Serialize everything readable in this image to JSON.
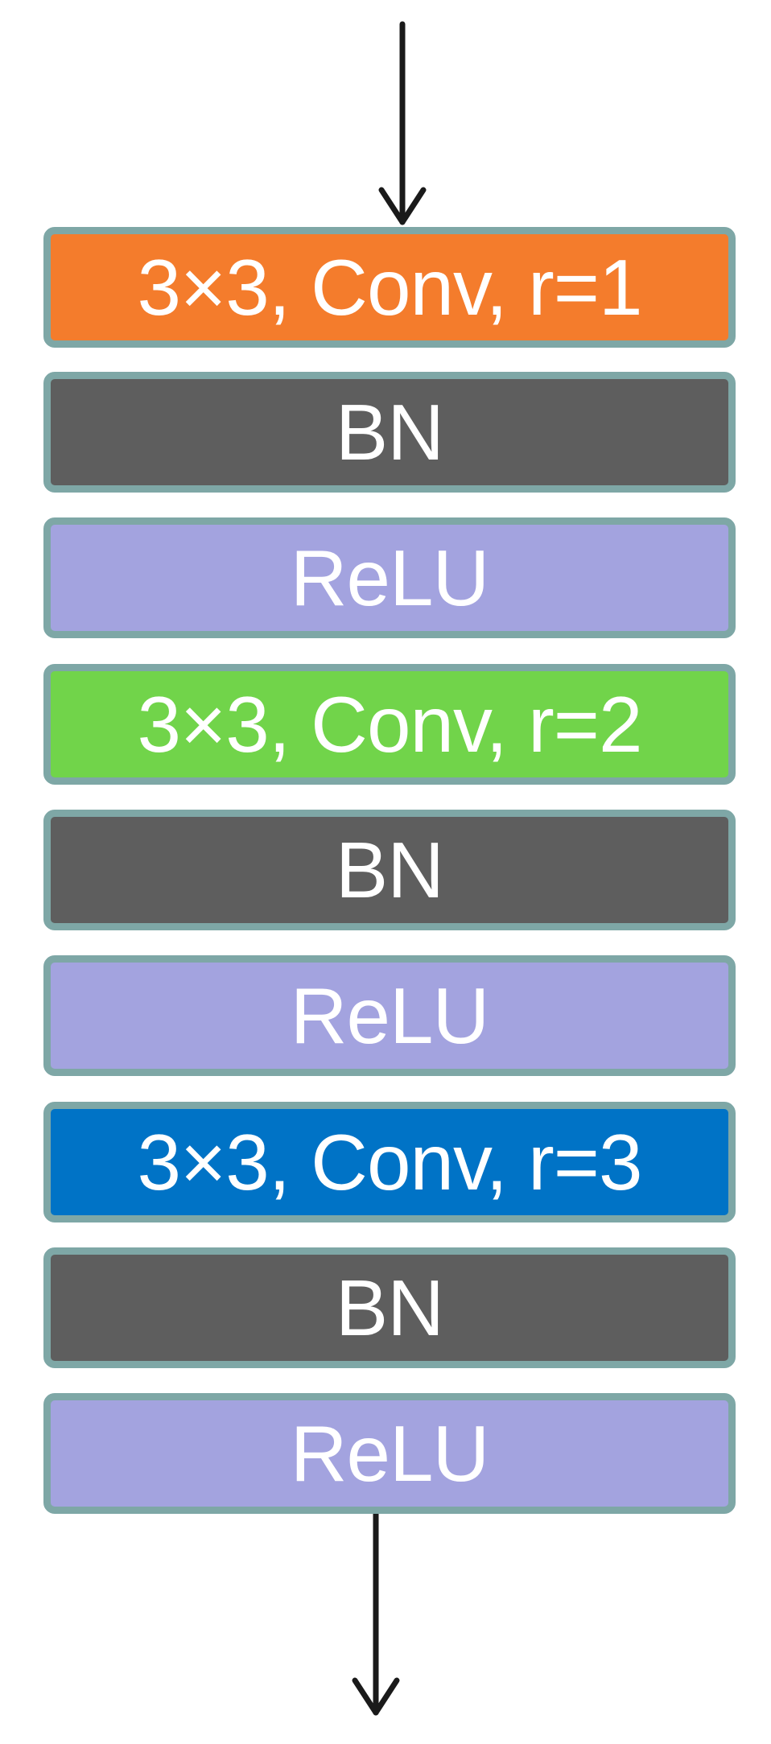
{
  "layers": [
    {
      "label": "3×3, Conv, r=1",
      "kind": "conv",
      "color": "#f47c2c"
    },
    {
      "label": "BN",
      "kind": "bn",
      "color": "#5e5e5e"
    },
    {
      "label": "ReLU",
      "kind": "relu",
      "color": "#a3a3df"
    },
    {
      "label": "3×3, Conv, r=2",
      "kind": "conv",
      "color": "#71d44a"
    },
    {
      "label": "BN",
      "kind": "bn",
      "color": "#5e5e5e"
    },
    {
      "label": "ReLU",
      "kind": "relu",
      "color": "#a3a3df"
    },
    {
      "label": "3×3, Conv, r=3",
      "kind": "conv",
      "color": "#0073c6"
    },
    {
      "label": "BN",
      "kind": "bn",
      "color": "#5e5e5e"
    },
    {
      "label": "ReLU",
      "kind": "relu",
      "color": "#a3a3df"
    }
  ],
  "colors": {
    "border": "#7ea7a6",
    "arrow": "#1a1a1a",
    "text": "#ffffff"
  }
}
